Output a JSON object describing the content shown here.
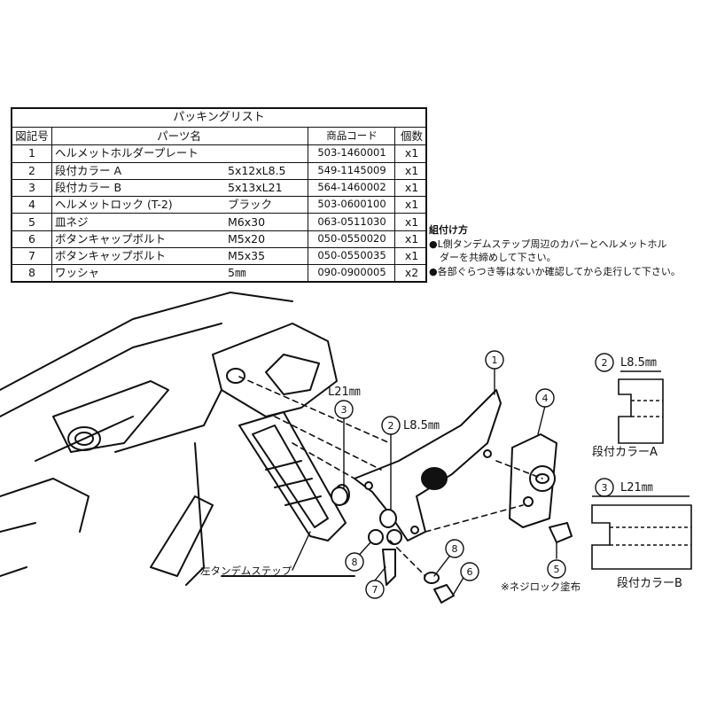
{
  "packing_list": {
    "title": "パッキングリスト",
    "headers": {
      "no": "図記号",
      "name": "パーツ名",
      "code": "商品コード",
      "qty": "個数"
    },
    "rows": [
      {
        "no": "1",
        "name": "ヘルメットホルダープレート",
        "spec": "",
        "code": "503-1460001",
        "qty": "x1"
      },
      {
        "no": "2",
        "name": "段付カラー A",
        "spec": "5x12xL8.5",
        "code": "549-1145009",
        "qty": "x1"
      },
      {
        "no": "3",
        "name": "段付カラー B",
        "spec": "5x13xL21",
        "code": "564-1460002",
        "qty": "x1"
      },
      {
        "no": "4",
        "name": "ヘルメットロック (T-2)",
        "spec": "ブラック",
        "code": "503-0600100",
        "qty": "x1"
      },
      {
        "no": "5",
        "name": "皿ネジ",
        "spec": "M6x30",
        "code": "063-0511030",
        "qty": "x1"
      },
      {
        "no": "6",
        "name": "ボタンキャップボルト",
        "spec": "M5x20",
        "code": "050-0550020",
        "qty": "x1"
      },
      {
        "no": "7",
        "name": "ボタンキャップボルト",
        "spec": "M5x35",
        "code": "050-0550035",
        "qty": "x1"
      },
      {
        "no": "8",
        "name": "ワッシャ",
        "spec": "5㎜",
        "code": "090-0900005",
        "qty": "x2"
      }
    ]
  },
  "instructions": {
    "title": "組付け方",
    "line1": "●L側タンデムステップ周辺のカバーとヘルメットホル",
    "line1b": "ダーを共締めして下さい。",
    "line2": "●各部ぐらつき等はないか確認してから走行して下さい。"
  },
  "diagram": {
    "callouts": [
      "1",
      "2",
      "3",
      "4",
      "5",
      "6",
      "7",
      "8",
      "8"
    ],
    "dim_l21": "L21㎜",
    "dim_l85": "L8.5㎜",
    "step_label": "左タンデムステップ",
    "threadlock_note": "※ネジロック塗布"
  },
  "details": {
    "a_callout": "2",
    "a_dim": "L8.5㎜",
    "a_label": "段付カラーA",
    "b_callout": "3",
    "b_dim": "L21㎜",
    "b_label": "段付カラーB"
  }
}
